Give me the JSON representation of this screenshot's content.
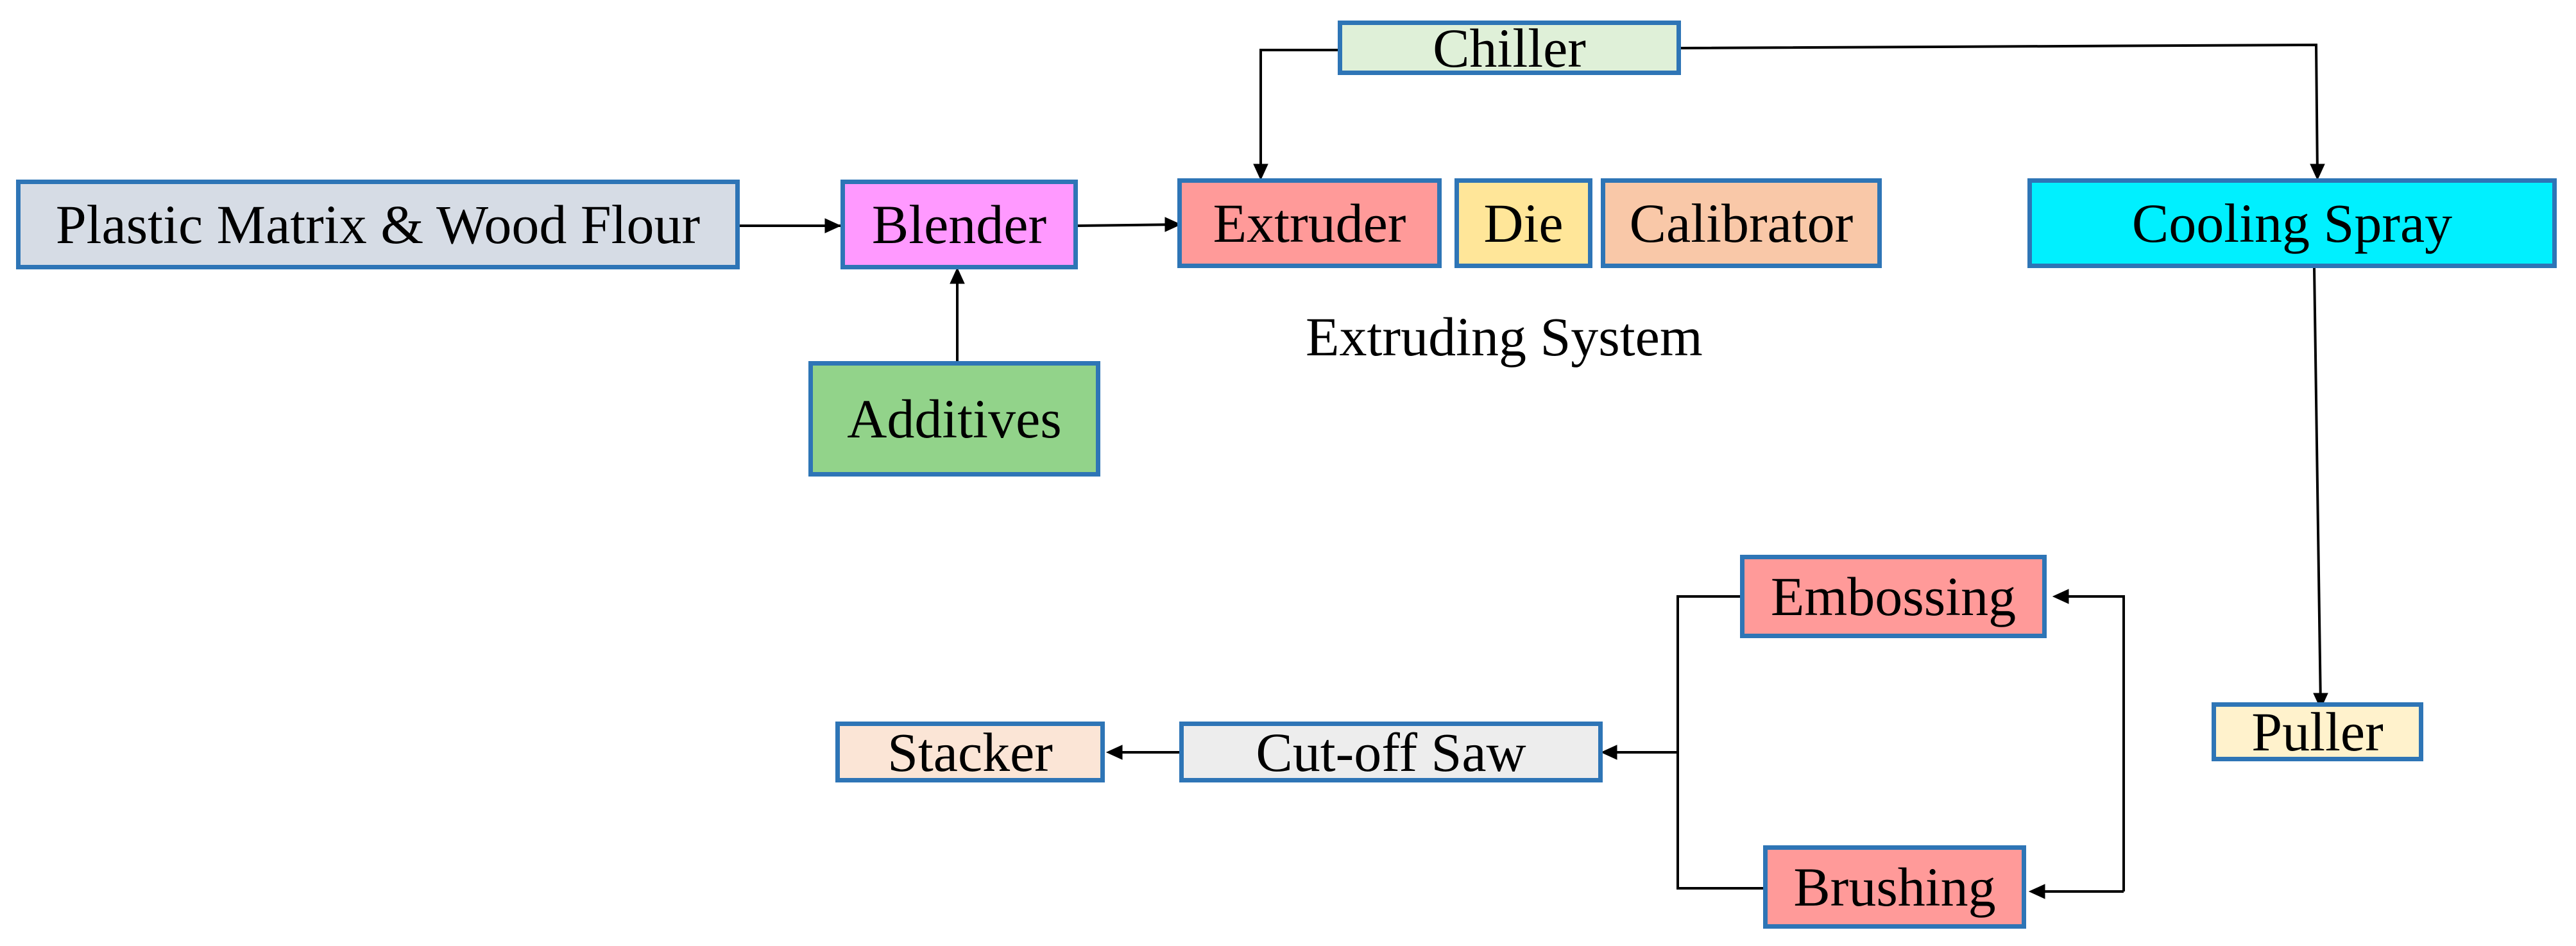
{
  "nodes": {
    "plastic": {
      "label": "Plastic Matrix & Wood Flour",
      "fill": "#d6dce5"
    },
    "blender": {
      "label": "Blender",
      "fill": "#ff99ff"
    },
    "additives": {
      "label": "Additives",
      "fill": "#92d38a"
    },
    "chiller": {
      "label": "Chiller",
      "fill": "#dff0d8"
    },
    "extruder": {
      "label": "Extruder",
      "fill": "#ff9a99"
    },
    "die": {
      "label": "Die",
      "fill": "#ffe699"
    },
    "calibrator": {
      "label": "Calibrator",
      "fill": "#f9c8a8"
    },
    "cooling": {
      "label": "Cooling Spray",
      "fill": "#00f0ff"
    },
    "puller": {
      "label": "Puller",
      "fill": "#fff2cc"
    },
    "embossing": {
      "label": "Embossing",
      "fill": "#ff9a99"
    },
    "brushing": {
      "label": "Brushing",
      "fill": "#ff9a99"
    },
    "cutoff": {
      "label": "Cut-off Saw",
      "fill": "#ededed"
    },
    "stacker": {
      "label": "Stacker",
      "fill": "#fbe5d6"
    }
  },
  "captions": {
    "extruding_system": "Extruding System"
  },
  "colors": {
    "border": "#2e75b6",
    "connector": "#000000"
  }
}
